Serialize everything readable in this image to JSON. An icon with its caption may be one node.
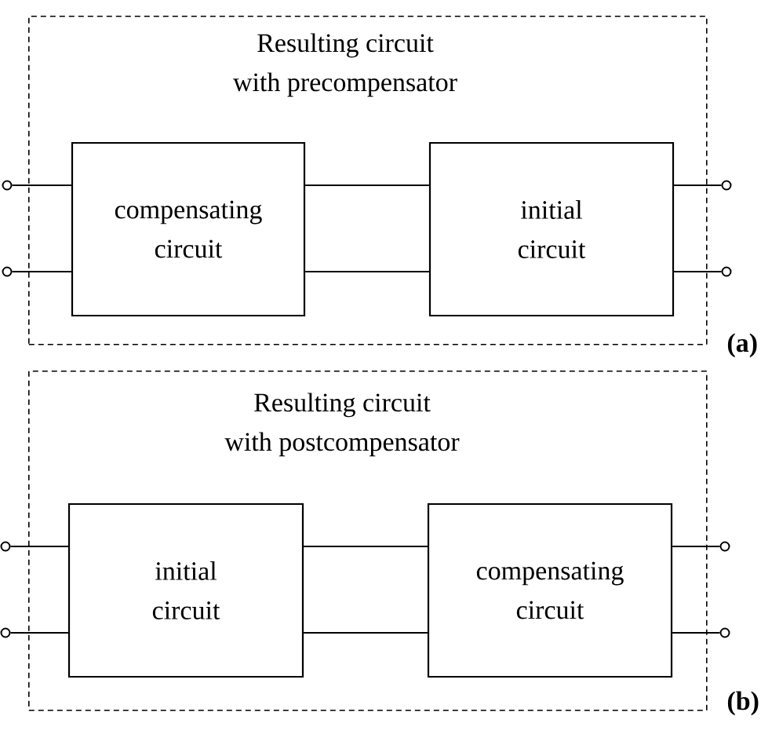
{
  "diagram": {
    "nodes": [
      {
        "text": [
          "Resulting circuit with precompensator"
        ]
      },
      {
        "text": [
          "compensating circuit"
        ],
        "in": 0
      },
      {
        "text": [
          "initial circuit"
        ],
        "in": 0
      },
      {
        "text": [],
        "shape": "circle"
      },
      {
        "text": [],
        "shape": "circle"
      },
      {
        "text": [],
        "shape": "circle"
      },
      {
        "text": [],
        "shape": "circle"
      },
      {
        "text": [
          "Resulting circuit with postcompensator"
        ]
      },
      {
        "text": [
          "initial circuit"
        ],
        "in": 7
      },
      {
        "text": [
          "compensating circuit"
        ],
        "in": 7
      },
      {
        "text": [],
        "shape": "circle"
      },
      {
        "text": [],
        "shape": "circle"
      },
      {
        "text": [],
        "shape": "circle"
      },
      {
        "text": [],
        "shape": "circle"
      }
    ],
    "edges": [
      {
        "from": 3,
        "to": 1,
        "arrow": "none"
      },
      {
        "from": 4,
        "to": 1,
        "arrow": "none"
      },
      {
        "from": 1,
        "to": 2,
        "arrow": "none"
      },
      {
        "from": 1,
        "to": 2,
        "arrow": "none"
      },
      {
        "from": 2,
        "to": 5,
        "arrow": "none"
      },
      {
        "from": 2,
        "to": 6,
        "arrow": "none"
      },
      {
        "from": 10,
        "to": 8,
        "arrow": "none"
      },
      {
        "from": 11,
        "to": 8,
        "arrow": "none"
      },
      {
        "from": 8,
        "to": 9,
        "arrow": "none"
      },
      {
        "from": 8,
        "to": 9,
        "arrow": "none"
      },
      {
        "from": 9,
        "to": 12,
        "arrow": "none"
      },
      {
        "from": 9,
        "to": 13,
        "arrow": "none"
      }
    ],
    "labels": [
      "(a)",
      "(b)"
    ]
  }
}
